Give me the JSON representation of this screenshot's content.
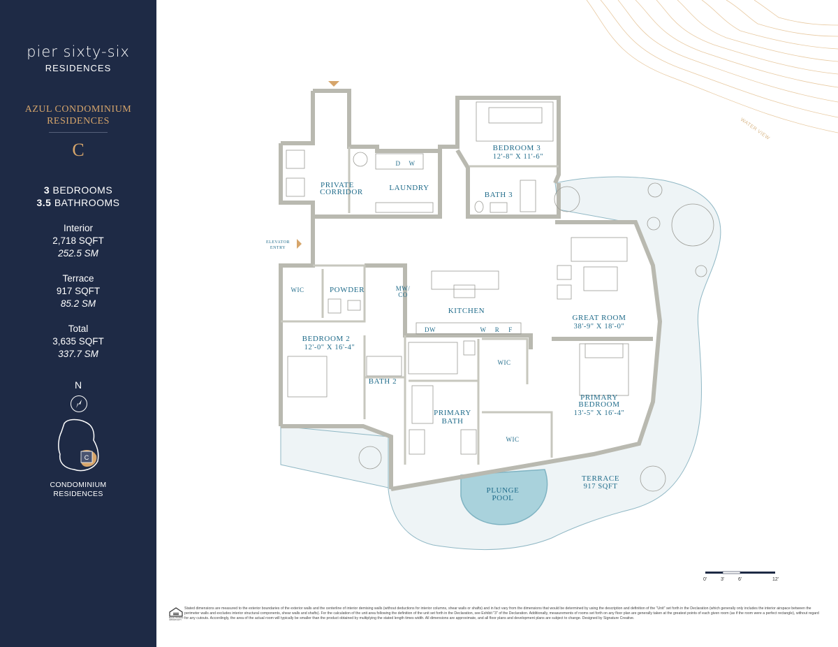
{
  "sidebar": {
    "logo": {
      "main": "pier sixty-six",
      "sub": "RESIDENCES"
    },
    "collection": {
      "line1": "AZUL CONDOMINIUM",
      "line2": "RESIDENCES"
    },
    "unit": "C",
    "bedrooms": {
      "count": "3",
      "label": "BEDROOMS"
    },
    "bathrooms": {
      "count": "3.5",
      "label": "BATHROOMS"
    },
    "interior": {
      "label": "Interior",
      "sqft": "2,718 SQFT",
      "sm": "252.5 SM"
    },
    "terrace": {
      "label": "Terrace",
      "sqft": "917 SQFT",
      "sm": "85.2 SM"
    },
    "total": {
      "label": "Total",
      "sqft": "3,635 SQFT",
      "sm": "337.7 SM"
    },
    "north_label": "N",
    "keymap_letter": "C",
    "keymap_caption": {
      "line1": "CONDOMINIUM",
      "line2": "RESIDENCES"
    }
  },
  "plan": {
    "water_view": "WATER VIEW",
    "elevator_entry": {
      "line1": "ELEVATOR",
      "line2": "ENTRY"
    },
    "rooms": {
      "private_corridor": {
        "line1": "PRIVATE",
        "line2": "CORRIDOR"
      },
      "laundry": "LAUNDRY",
      "bedroom3": {
        "name": "BEDROOM 3",
        "dims": "12'-8\" X 11'-6\""
      },
      "bath3": "BATH 3",
      "wic_bed2": "WIC",
      "powder": "POWDER",
      "mw_co": {
        "line1": "MW/",
        "line2": "CO"
      },
      "kitchen": "KITCHEN",
      "great_room": {
        "name": "GREAT ROOM",
        "dims": "38'-9\" X 18'-0\""
      },
      "bedroom2": {
        "name": "BEDROOM 2",
        "dims": "12'-0\" X 16'-4\""
      },
      "bath2": "BATH 2",
      "wic_primary1": "WIC",
      "primary_bath": {
        "line1": "PRIMARY",
        "line2": "BATH"
      },
      "wic_primary2": "WIC",
      "primary_bedroom": {
        "line1": "PRIMARY",
        "line2": "BEDROOM",
        "dims": "13'-5\" X 16'-4\""
      },
      "terrace": {
        "name": "TERRACE",
        "dims": "917 SQFT"
      },
      "plunge_pool": {
        "line1": "PLUNGE",
        "line2": "POOL"
      }
    },
    "appliances": {
      "d": "D",
      "w": "W",
      "dw": "DW",
      "wine": "W",
      "r": "R",
      "f": "F"
    },
    "scale": {
      "labels": [
        "0'",
        "3'",
        "6'",
        "12'"
      ]
    }
  },
  "footer": {
    "eho_label": "EQUAL HOUSING OPPORTUNITY",
    "disclaimer": "Stated dimensions are measured to the exterior boundaries of the exterior walls and the centerline of interior demising walls (without deductions for interior columns, shear walls or shafts) and in fact vary from the dimensions that would be determined by using the description and definition of the \"Unit\" set forth in the Declaration (which generally only includes the interior airspace between the perimeter walls and excludes interior structural components, shear walls and shafts). For the calculation of the unit area following the definition of the unit set forth in the Declaration, see Exhibit \"3\" of the Declaration. Additionally, measurements of rooms set forth on any floor plan are generally taken at the greatest points of each given room (as if the room were a perfect rectangle), without regard for any cutouts. Accordingly, the area of the actual room will typically be smaller than the product obtained by multiplying the stated length times width. All dimensions are approximate, and all floor plans and development plans are subject to change. Designed by Signature Creative."
  },
  "colors": {
    "sidebar_bg": "#1e2a45",
    "accent_gold": "#d6a56b",
    "room_text": "#1f6b8a",
    "terrace_fill": "#eef4f6",
    "pool_fill": "#a9d2dc",
    "wall_fill": "#dcdcd4"
  }
}
